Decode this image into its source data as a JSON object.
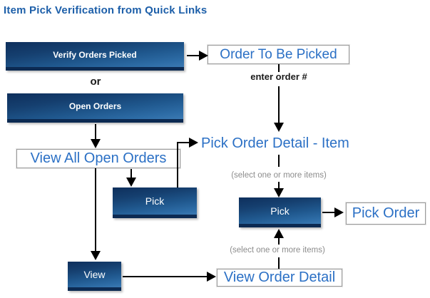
{
  "title": "Item Pick Verification from Quick Links",
  "colors": {
    "title_blue": "#1d5fa9",
    "link_blue": "#2b70c5",
    "button_gradient_top": "#0e2f5c",
    "button_gradient_bottom": "#3b79b2",
    "button_base_strip": "#0c2a52",
    "note_gray": "#8c8c8c",
    "arrow_black": "#000000"
  },
  "buttons": {
    "verify_orders_picked": {
      "label": "Verify Orders Picked"
    },
    "open_orders": {
      "label": "Open Orders"
    },
    "pick_left": {
      "label": "Pick"
    },
    "pick_right": {
      "label": "Pick"
    },
    "view": {
      "label": "View"
    }
  },
  "links": {
    "order_to_be_picked": {
      "label": "Order To Be Picked"
    },
    "view_all_open_orders": {
      "label": "View All Open Orders"
    },
    "pick_order_detail_item": {
      "label": "Pick Order Detail - Item"
    },
    "pick_order": {
      "label": "Pick Order"
    },
    "view_order_detail": {
      "label": "View Order Detail"
    }
  },
  "annotations": {
    "alternative": "or",
    "enter_order": "enter order #",
    "select_items_upper": "(select one or more items)",
    "select_items_lower": "(select one or more items)"
  }
}
